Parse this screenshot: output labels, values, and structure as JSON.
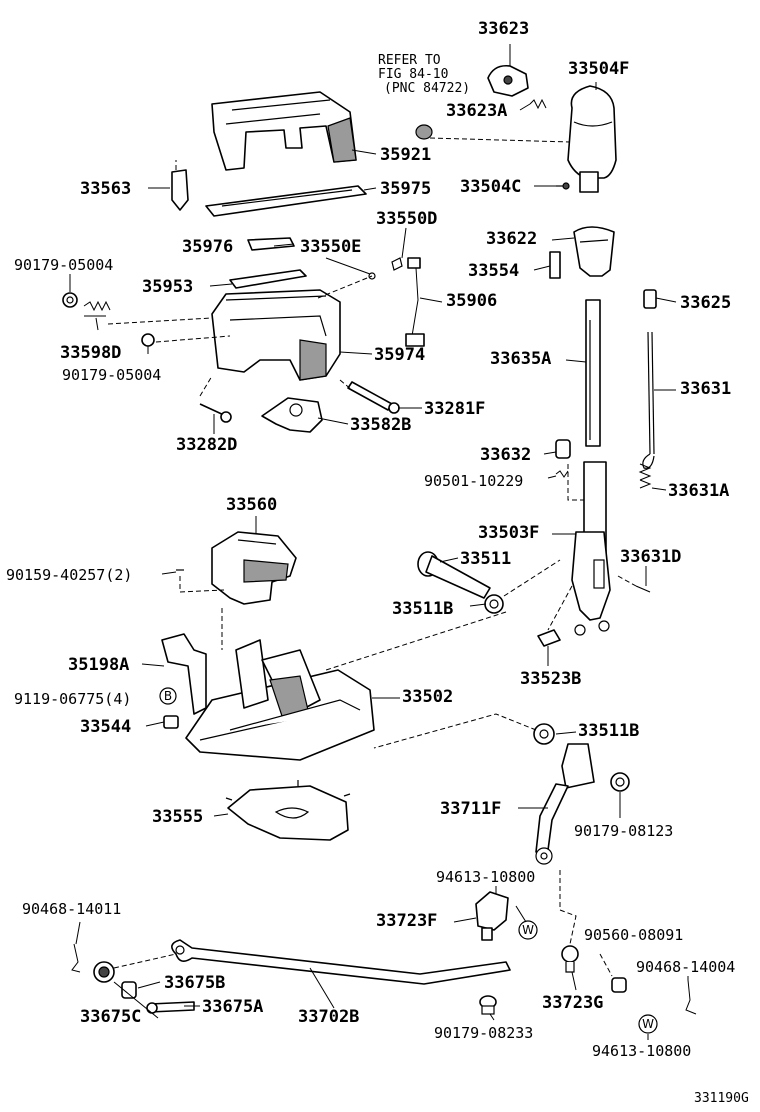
{
  "figure": {
    "code": "331190G"
  },
  "note": {
    "line1": "REFER TO",
    "line2": "FIG 84-10",
    "line3": "(PNC 84722)"
  },
  "symbols": {
    "bolt": "B",
    "washer": "W"
  },
  "labels": {
    "p33623": "33623",
    "p33504F": "33504F",
    "p33623A": "33623A",
    "p35921": "35921",
    "p33563": "33563",
    "p35975": "35975",
    "p33504C": "33504C",
    "p33550D": "33550D",
    "p35976": "35976",
    "p33550E": "33550E",
    "p33622": "33622",
    "p90179_05004_a": "90179-05004",
    "p33554": "33554",
    "p35953": "35953",
    "p35906": "35906",
    "p33625": "33625",
    "p33598D": "33598D",
    "p35974": "35974",
    "p33635A": "33635A",
    "p90179_05004_b": "90179-05004",
    "p33631": "33631",
    "p33281F": "33281F",
    "p33582B": "33582B",
    "p33282D": "33282D",
    "p33632": "33632",
    "p90501_10229": "90501-10229",
    "p33631A": "33631A",
    "p33560": "33560",
    "p33503F": "33503F",
    "p33511": "33511",
    "p90159_40257": "90159-40257(2)",
    "p33631D": "33631D",
    "p33511B_a": "33511B",
    "p33523B": "33523B",
    "p35198A": "35198A",
    "p9119_06775": "9119-06775(4)",
    "p33502": "33502",
    "p33544": "33544",
    "p33511B_b": "33511B",
    "p33555": "33555",
    "p33711F": "33711F",
    "p90179_08123": "90179-08123",
    "p94613_10800_a": "94613-10800",
    "p90468_14011": "90468-14011",
    "p33723F": "33723F",
    "p90560_08091": "90560-08091",
    "p33675B": "33675B",
    "p90468_14004": "90468-14004",
    "p33675C": "33675C",
    "p33675A": "33675A",
    "p33702B": "33702B",
    "p33723G": "33723G",
    "p90179_08233": "90179-08233",
    "p94613_10800_b": "94613-10800"
  }
}
